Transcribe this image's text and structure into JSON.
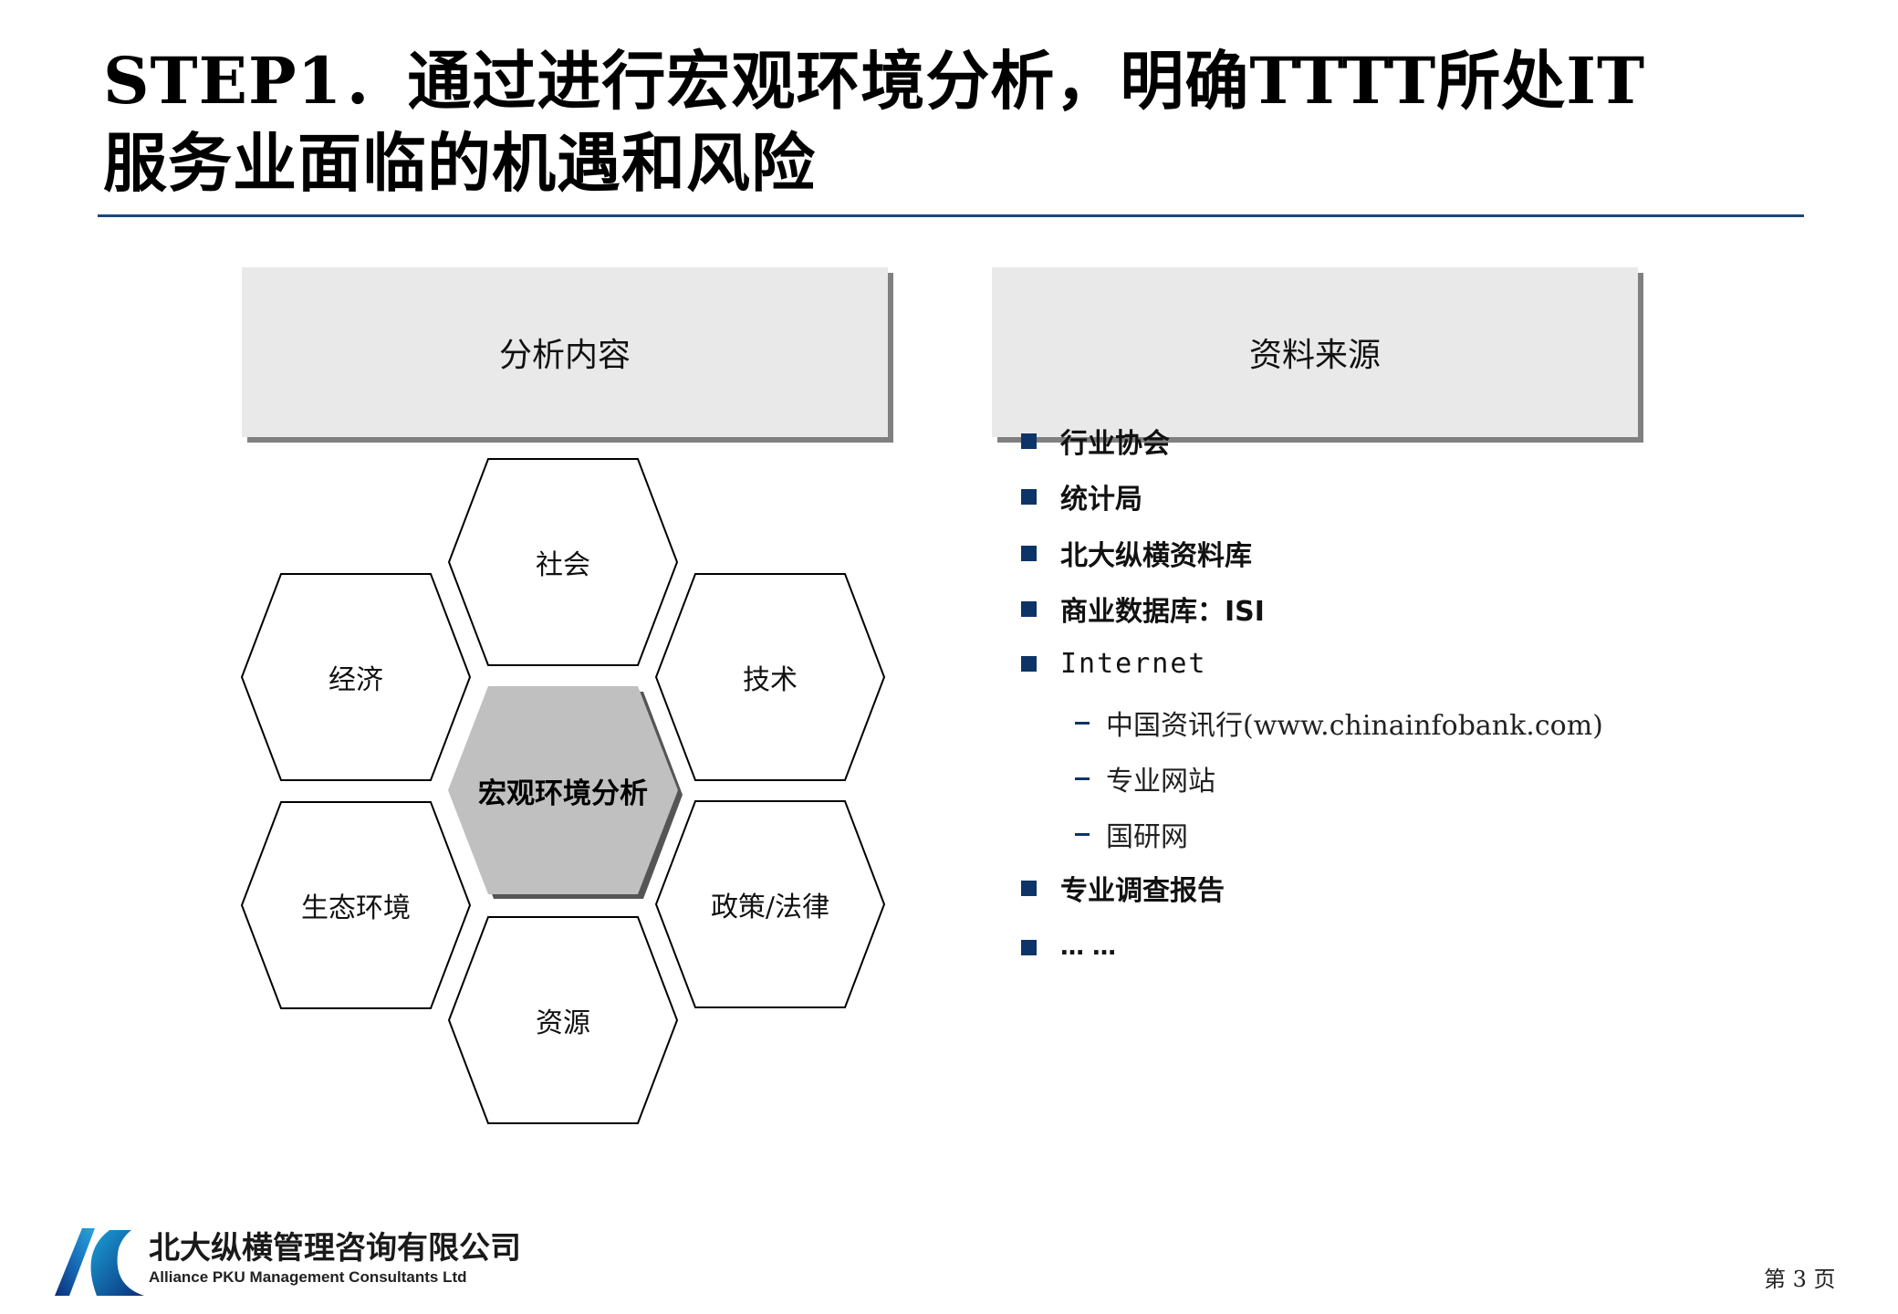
{
  "title": "STEP1．通过进行宏观环境分析，明确TTTT所处IT\n服务业面临的机遇和风险",
  "headers": {
    "left": "分析内容",
    "right": "资料来源"
  },
  "hexagons": {
    "center": "宏观环境分析",
    "top": "社会",
    "left_top": "经济",
    "right_top": "技术",
    "left_bottom": "生态环境",
    "right_bottom": "政策/法律",
    "bottom": "资源"
  },
  "sources": {
    "items": [
      "行业协会",
      "统计局",
      "北大纵横资料库",
      "商业数据库：ISI",
      "Internet"
    ],
    "internet_sub": [
      "中国资讯行(www.chinainfobank.com)",
      "专业网站",
      "国研网"
    ],
    "tail_items": [
      "专业调查报告",
      "…  …"
    ]
  },
  "colors": {
    "accent": "#0d3466",
    "divider": "#1a4778",
    "header_fill": "#e9e9e9",
    "header_shadow": "#808080",
    "center_hex_fill": "#c0c0c0",
    "center_hex_shadow": "#555555"
  },
  "footer": {
    "logo_cn": "北大纵横管理咨询有限公司",
    "logo_en": "Alliance PKU Management Consultants Ltd",
    "page_number": "第 3 页"
  }
}
